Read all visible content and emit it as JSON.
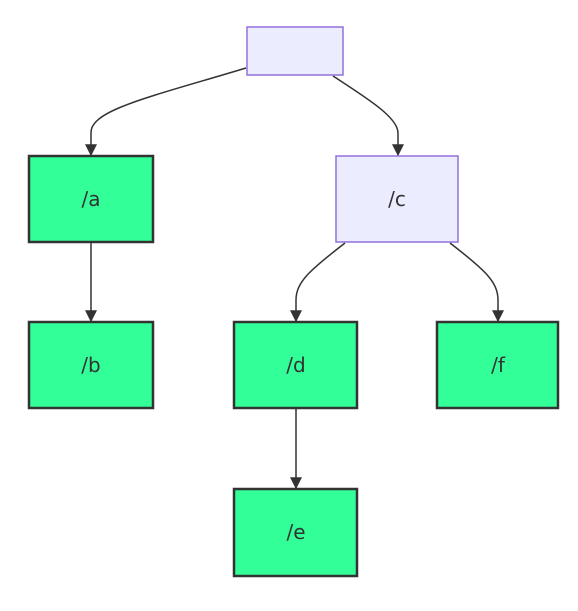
{
  "diagram": {
    "type": "tree",
    "colors": {
      "leaf_fill": "#33ff99",
      "leaf_stroke": "#333333",
      "branch_fill": "#ececff",
      "branch_stroke": "#9370db",
      "edge": "#333333"
    },
    "nodes": [
      {
        "id": "root",
        "label": "",
        "kind": "branch"
      },
      {
        "id": "a",
        "label": "/a",
        "kind": "leaf"
      },
      {
        "id": "c",
        "label": "/c",
        "kind": "branch"
      },
      {
        "id": "b",
        "label": "/b",
        "kind": "leaf"
      },
      {
        "id": "d",
        "label": "/d",
        "kind": "leaf"
      },
      {
        "id": "f",
        "label": "/f",
        "kind": "leaf"
      },
      {
        "id": "e",
        "label": "/e",
        "kind": "leaf"
      }
    ],
    "edges": [
      {
        "from": "root",
        "to": "a"
      },
      {
        "from": "root",
        "to": "c"
      },
      {
        "from": "a",
        "to": "b"
      },
      {
        "from": "c",
        "to": "d"
      },
      {
        "from": "c",
        "to": "f"
      },
      {
        "from": "d",
        "to": "e"
      }
    ]
  }
}
